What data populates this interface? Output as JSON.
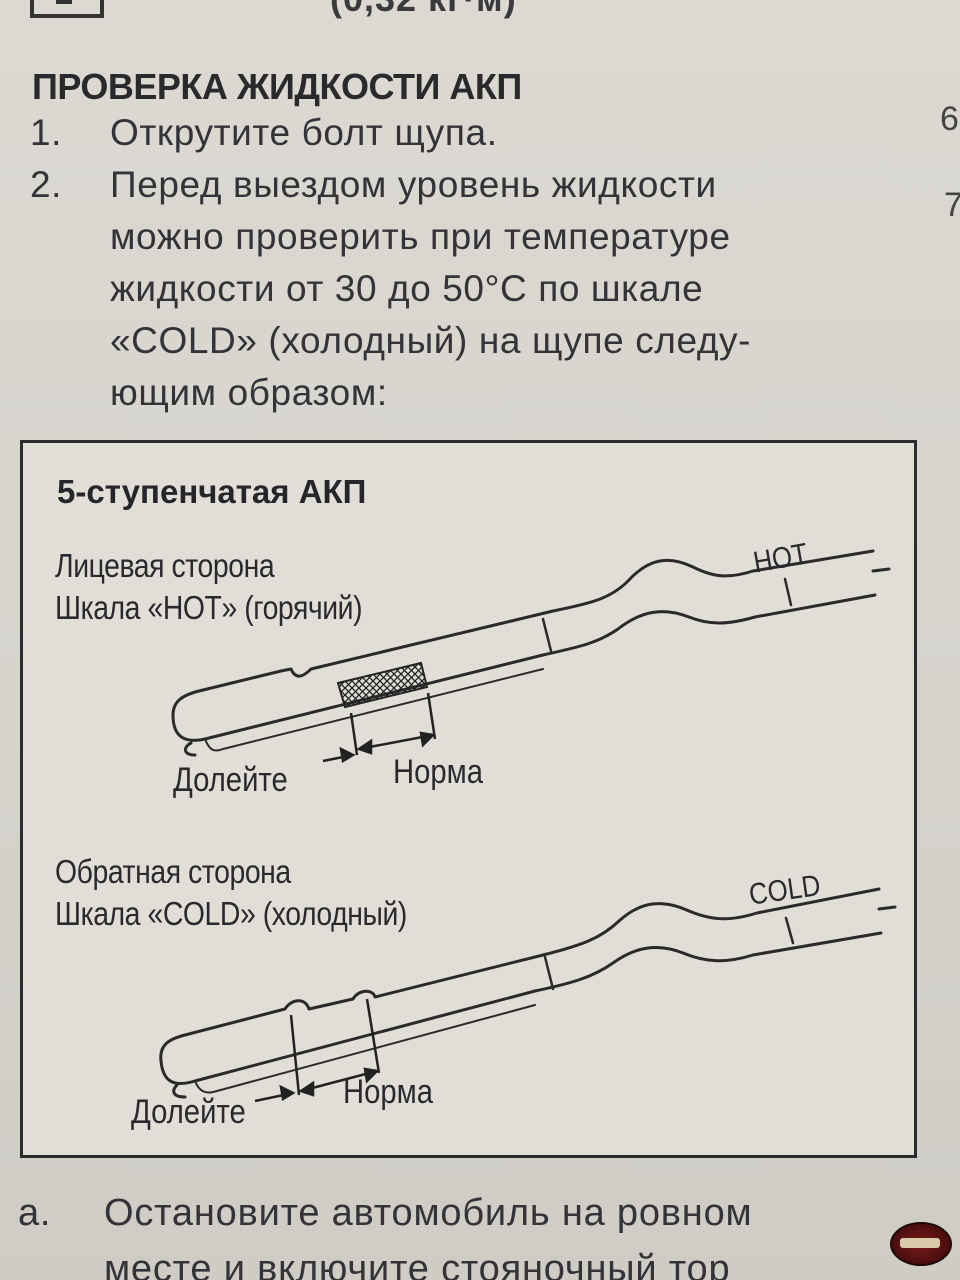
{
  "top_fragment": "(0,32 кг·м)",
  "section_title": "ПРОВЕРКА ЖИДКОСТИ АКП",
  "steps": [
    {
      "num": "1.",
      "lines": [
        "Открутите болт щупа."
      ]
    },
    {
      "num": "2.",
      "lines": [
        "Перед выездом уровень жидкости",
        "можно проверить при температуре",
        "жидкости от 30 до 50°С по шкале",
        "«COLD» (холодный) на щупе следу-",
        "ющим образом:"
      ]
    }
  ],
  "margin_chars": [
    "6",
    "7"
  ],
  "figure": {
    "title": "5-ступенчатая АКП",
    "front": {
      "side": "Лицевая сторона",
      "scale": "Шкала «HOT» (горячий)",
      "marker": "HOT",
      "add_label": "Долейте",
      "normal_label": "Норма"
    },
    "back": {
      "side": "Обратная сторона",
      "scale": "Шкала «COLD» (холодный)",
      "marker": "COLD",
      "add_label": "Долейте",
      "normal_label": "Норма"
    }
  },
  "bottom": {
    "item_letter": "a.",
    "line1": "Остановите автомобиль на ровном",
    "line2": "месте и включите стояночный тор"
  }
}
